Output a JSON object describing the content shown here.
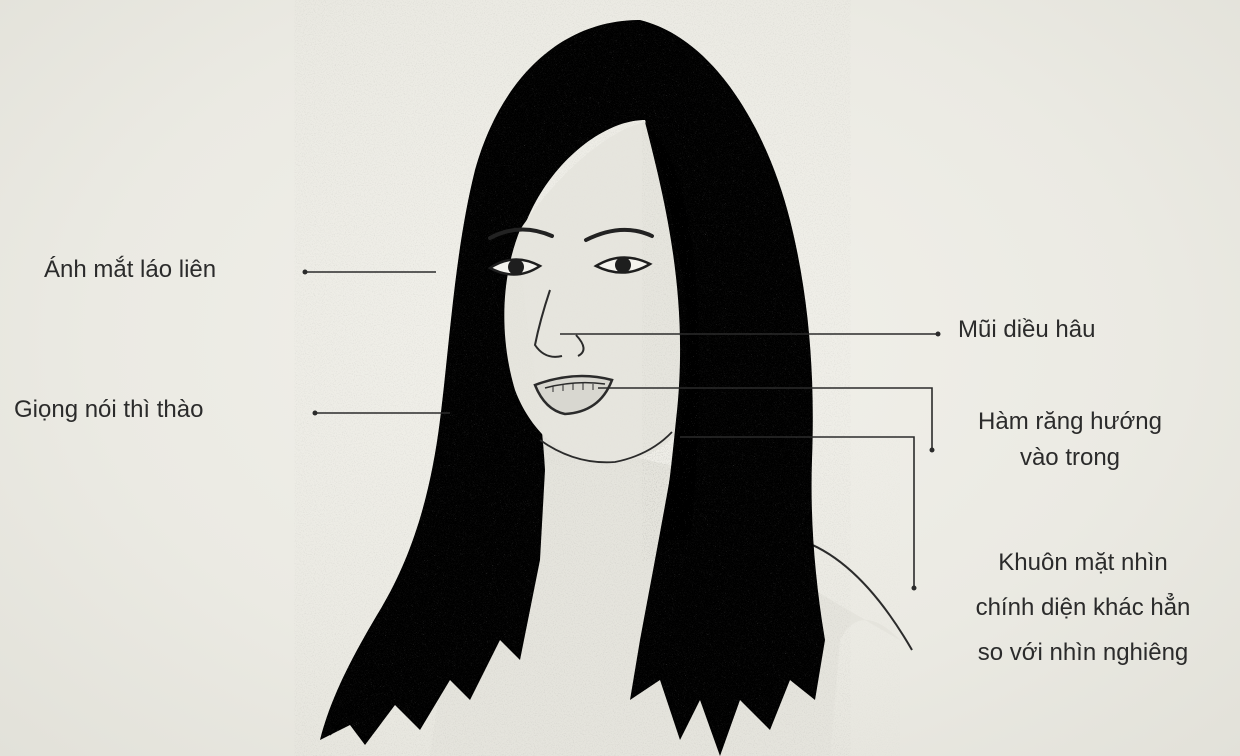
{
  "annotations": {
    "eyes": "Ánh mắt láo liên",
    "voice": "Giọng nói thì thào",
    "nose": "Mũi diều hâu",
    "teeth_line1": "Hàm răng hướng",
    "teeth_line2": "vào trong",
    "face_line1": "Khuôn mặt nhìn",
    "face_line2": "chính diện khác hẳn",
    "face_line3": "so với nhìn nghiêng"
  },
  "colors": {
    "paper": "#ecebe4",
    "ink": "#2b2b2b",
    "hair": "#262626",
    "skin": "#e6e5de"
  }
}
